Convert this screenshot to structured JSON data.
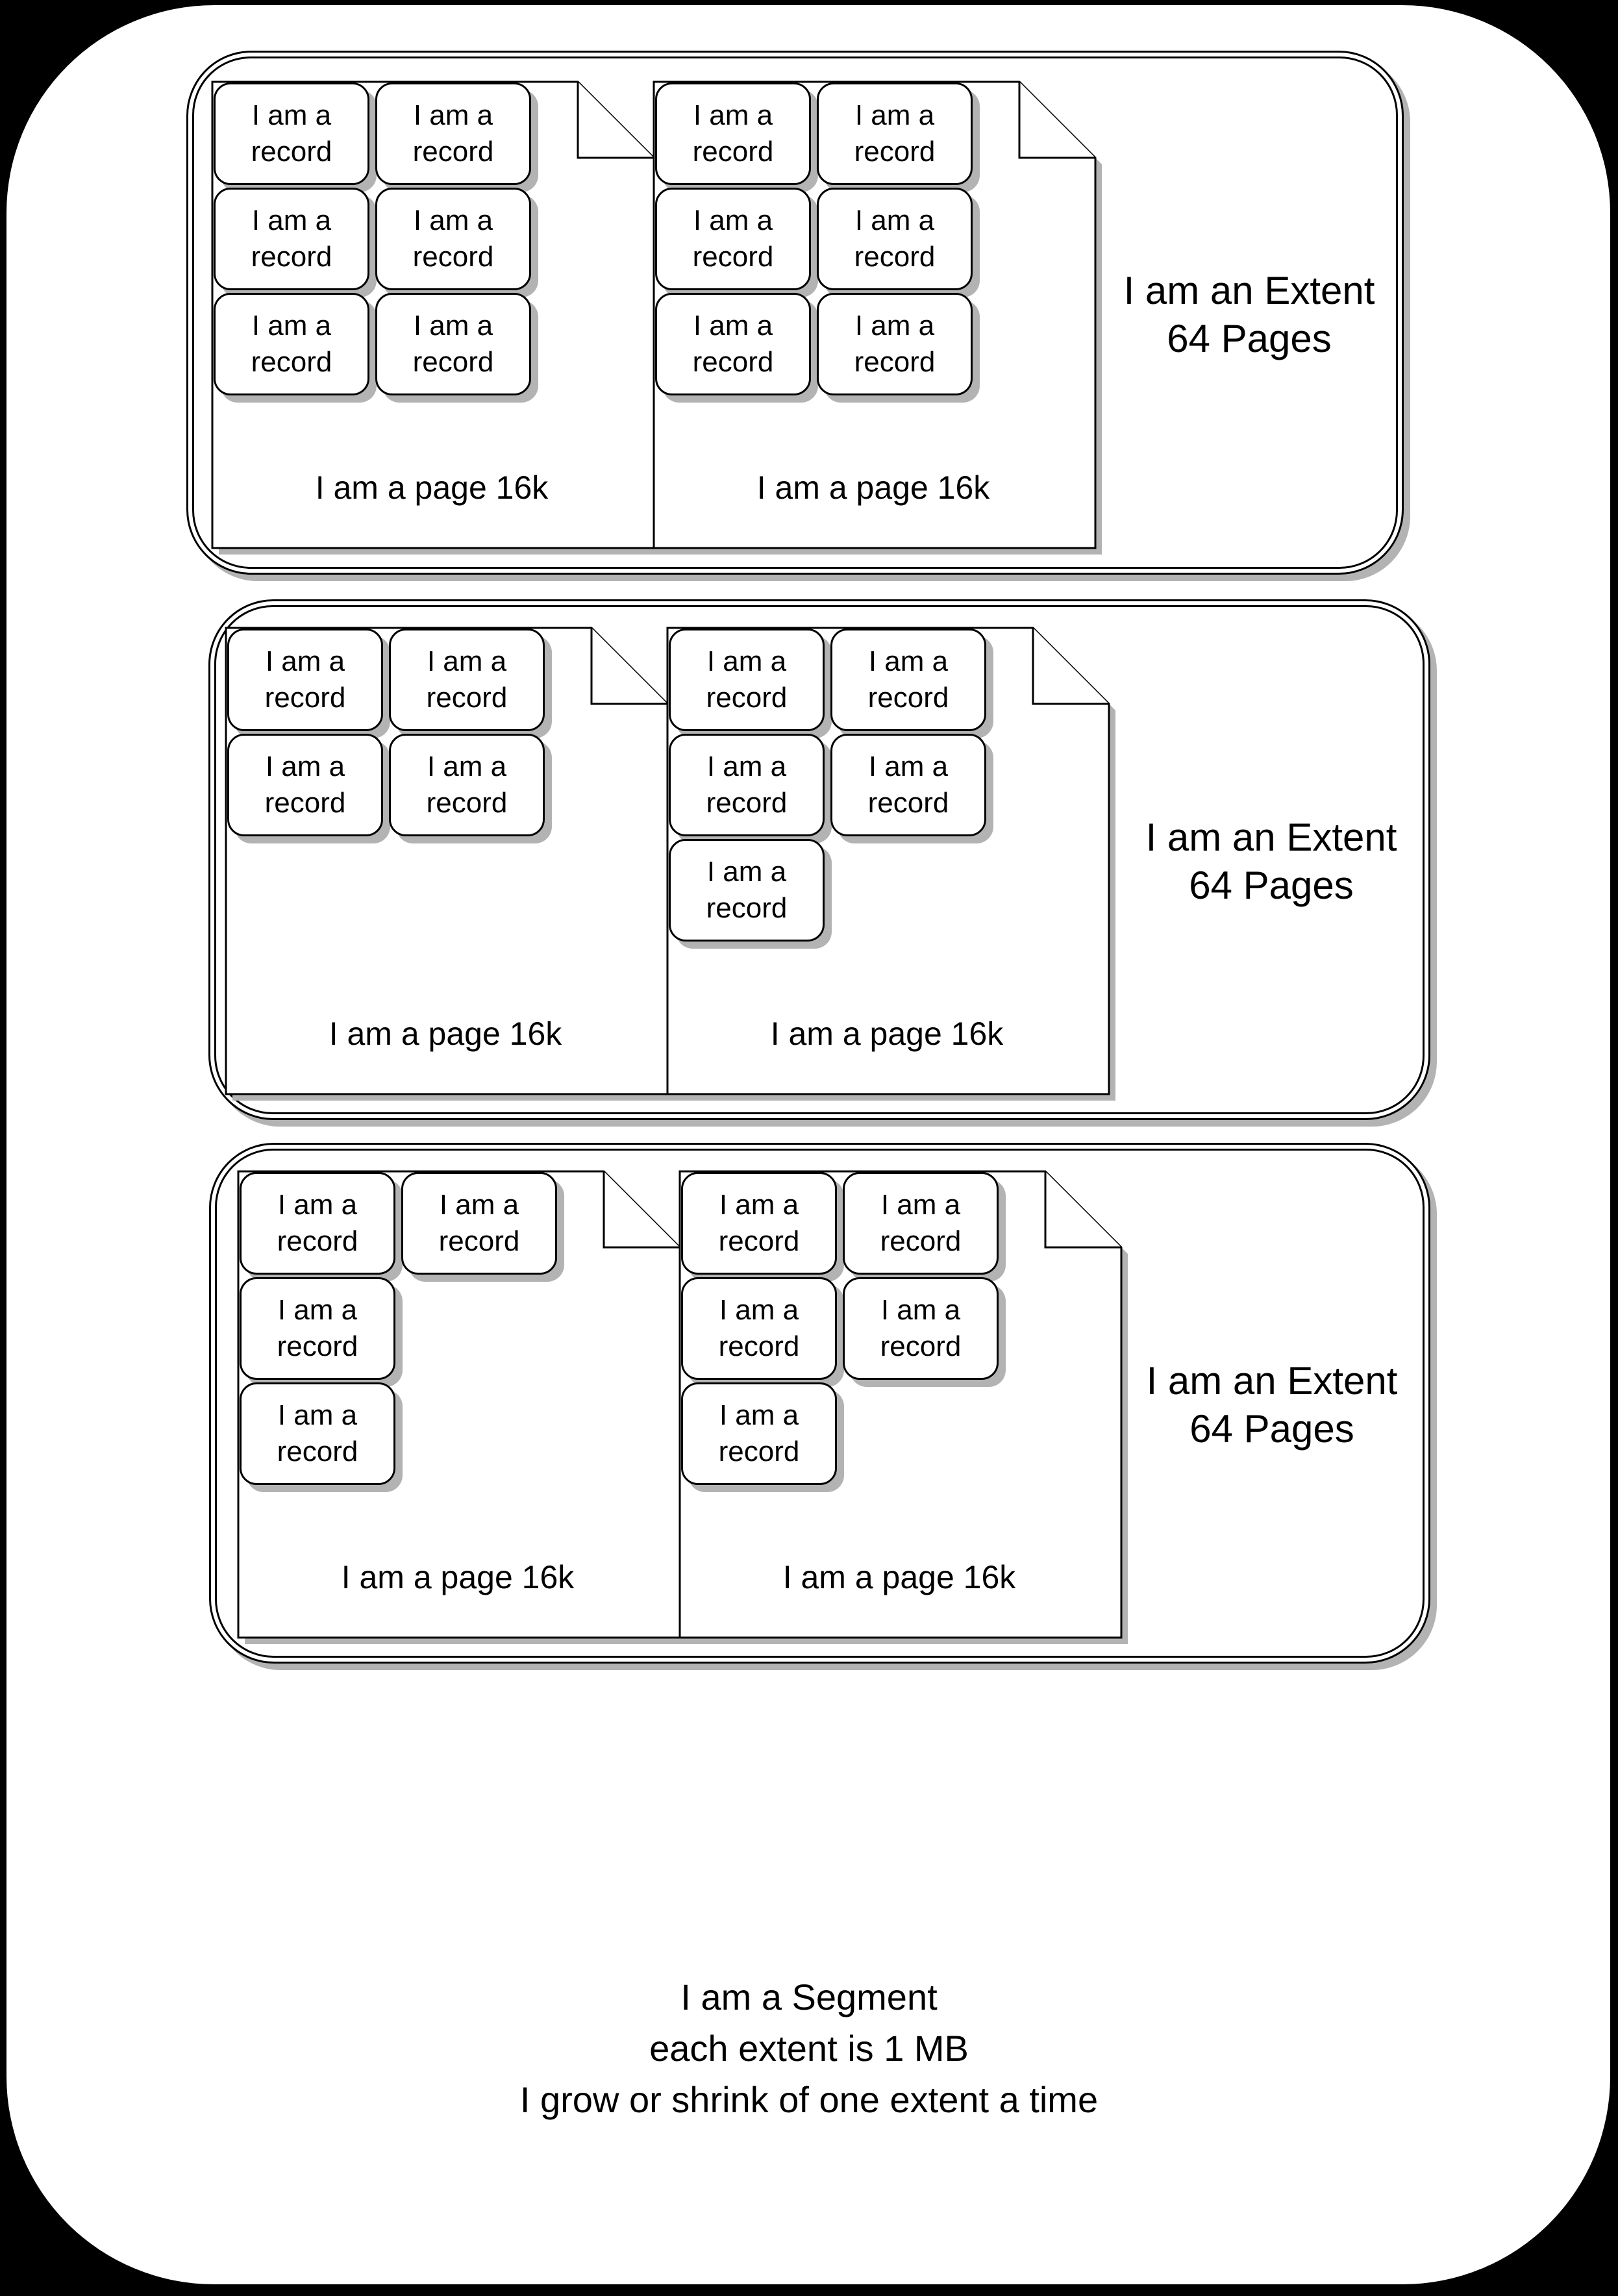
{
  "labels": {
    "record": "I am a record",
    "page": "I am a page 16k",
    "extent_line1": "I am an Extent",
    "extent_line2": "64 Pages"
  },
  "segment_caption": {
    "line1": "I am a Segment",
    "line2": "each extent is 1 MB",
    "line3": "I grow or shrink of one extent a time"
  },
  "extents": [
    {
      "pages": [
        {
          "records": [
            [
              0,
              0
            ],
            [
              1,
              0
            ],
            [
              0,
              1
            ],
            [
              1,
              1
            ],
            [
              0,
              2
            ],
            [
              1,
              2
            ]
          ]
        },
        {
          "records": [
            [
              0,
              0
            ],
            [
              1,
              0
            ],
            [
              0,
              1
            ],
            [
              1,
              1
            ],
            [
              0,
              2
            ],
            [
              1,
              2
            ]
          ]
        }
      ]
    },
    {
      "pages": [
        {
          "records": [
            [
              0,
              0
            ],
            [
              1,
              0
            ],
            [
              0,
              1
            ],
            [
              1,
              1
            ]
          ]
        },
        {
          "records": [
            [
              0,
              0
            ],
            [
              1,
              0
            ],
            [
              0,
              1
            ],
            [
              1,
              1
            ],
            [
              0,
              2
            ]
          ]
        }
      ]
    },
    {
      "pages": [
        {
          "records": [
            [
              0,
              0
            ],
            [
              1,
              0
            ],
            [
              0,
              1
            ],
            [
              0,
              2
            ]
          ]
        },
        {
          "records": [
            [
              0,
              0
            ],
            [
              1,
              0
            ],
            [
              0,
              1
            ],
            [
              1,
              1
            ],
            [
              0,
              2
            ]
          ]
        }
      ]
    }
  ]
}
